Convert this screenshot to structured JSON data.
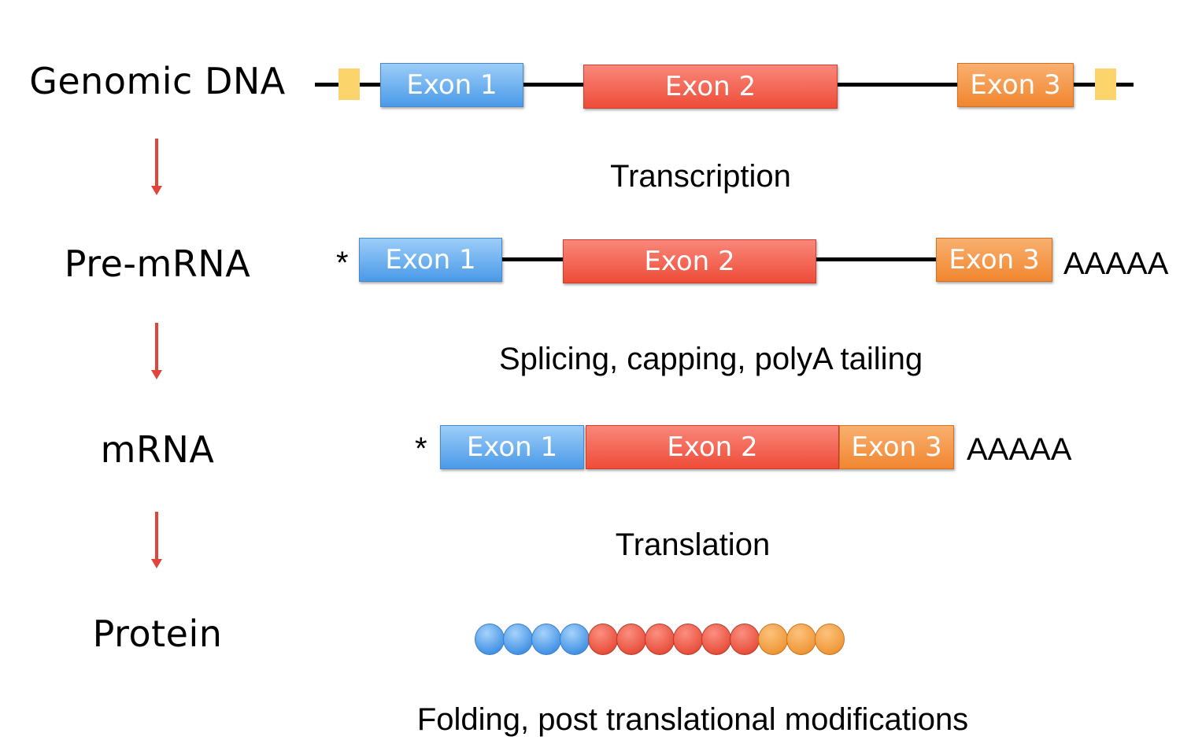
{
  "stages": {
    "genomic_dna": "Genomic DNA",
    "pre_mrna": "Pre-mRNA",
    "mrna": "mRNA",
    "protein": "Protein"
  },
  "steps": {
    "transcription": "Transcription",
    "processing": "Splicing, capping, polyA tailing",
    "translation": "Translation",
    "folding": "Folding, post translational modifications"
  },
  "exons": {
    "exon1": "Exon 1",
    "exon2": "Exon 2",
    "exon3": "Exon 3"
  },
  "cap_symbol": "*",
  "polya_tail": "AAAAA",
  "protein_beads": [
    "blue",
    "blue",
    "blue",
    "blue",
    "red",
    "red",
    "red",
    "red",
    "red",
    "red",
    "orange",
    "orange",
    "orange"
  ],
  "colors": {
    "exon1": "#4a9ae8",
    "exon2": "#ee4c38",
    "exon3": "#f1862f",
    "utr": "#fbd46c",
    "arrow": "#e0443a"
  }
}
